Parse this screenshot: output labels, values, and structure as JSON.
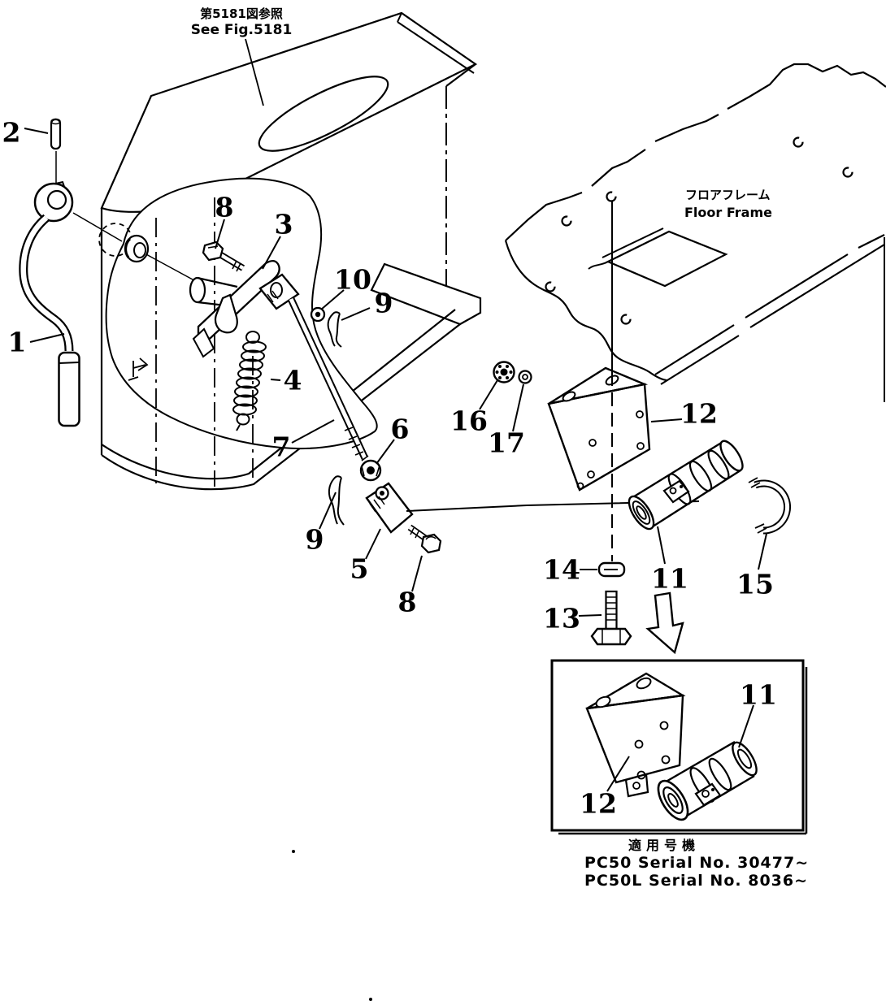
{
  "page": {
    "background": "#ffffff",
    "ink": "#000000"
  },
  "notes": {
    "see_fig_jp": "第5181図参照",
    "see_fig_en": "See Fig.5181",
    "floor_frame_jp": "フロアフレーム",
    "floor_frame_en": "Floor Frame"
  },
  "applicability": {
    "title_jp": "適用号機",
    "serials": [
      "PC50  Serial No. 30477~",
      "PC50L Serial No. 8036~"
    ]
  },
  "callouts": {
    "lever": "1",
    "pin": "2",
    "lever_assembly": "3",
    "spring": "4",
    "joint": "5",
    "nut_rod": "6",
    "rod": "7",
    "bolt_top": "8",
    "bolt_bottom": "8",
    "clip_top": "9",
    "clip_bottom": "9",
    "washer": "10",
    "cable": "11",
    "bracket": "12",
    "bolt_13": "13",
    "nut_14": "14",
    "u_clip": "15",
    "nut_16": "16",
    "washer_17": "17",
    "inset_cable": "11",
    "inset_bracket": "12"
  }
}
